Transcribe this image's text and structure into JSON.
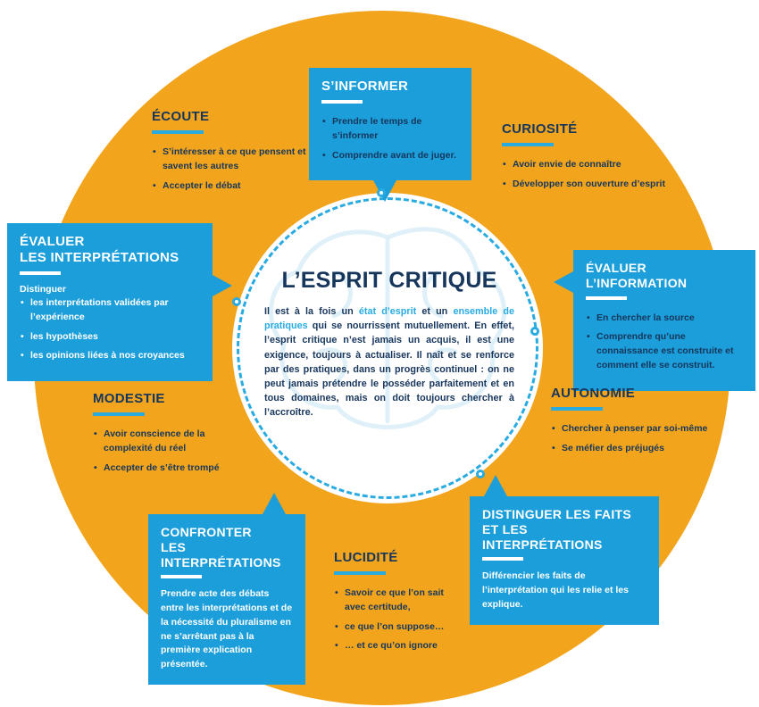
{
  "colors": {
    "orange": "#F2A51C",
    "blue": "#1B9ED9",
    "cyan": "#29ABE2",
    "navy": "#17365C"
  },
  "center": {
    "title": "L’ESPRIT CRITIQUE",
    "paragraph": {
      "p1": "Il est à la fois un ",
      "h1": "état d’esprit",
      "p2": " et un ",
      "h2": "ensemble de pratiques",
      "p3": " qui se nourrissent mutuellement. En effet, l’esprit critique n’est jamais un acquis, il est une exigence, toujours à actualiser. Il naît et se renforce par des pratiques, dans un progrès continuel : on ne peut jamais prétendre le posséder parfaitement et en tous domaines, mais on doit toujours chercher à l’accroître."
    }
  },
  "sections": {
    "sinformer": {
      "title": "S’INFORMER",
      "bullets": [
        "Prendre le temps de s’informer",
        "Comprendre avant de juger."
      ]
    },
    "ecoute": {
      "title": "ÉCOUTE",
      "bullets": [
        "S’intéresser à ce que pensent et savent les autres",
        "Accepter le débat"
      ]
    },
    "curiosite": {
      "title": "CURIOSITÉ",
      "bullets": [
        "Avoir envie de connaître",
        "Développer son ouverture d’esprit"
      ]
    },
    "evaluer_information": {
      "title": "ÉVALUER L’INFORMATION",
      "bullets": [
        "En chercher la source",
        "Comprendre qu’une connaissance est construite et comment elle se construit."
      ]
    },
    "autonomie": {
      "title": "AUTONOMIE",
      "bullets": [
        "Chercher à penser par soi-même",
        "Se méfier des préjugés"
      ]
    },
    "distinguer": {
      "title_lines": [
        "DISTINGUER LES FAITS",
        "ET LES INTERPRÉTATIONS"
      ],
      "text": "Différencier les faits de l’interprétation qui les relie et les explique."
    },
    "lucidite": {
      "title": "LUCIDITÉ",
      "bullets": [
        "Savoir ce que l’on sait avec certitude,",
        "ce que l’on suppose…",
        "… et ce qu’on ignore"
      ]
    },
    "confronter": {
      "title_lines": [
        "CONFRONTER",
        "LES INTERPRÉTATIONS"
      ],
      "text": "Prendre acte des débats entre les interprétations et de la nécessité du pluralisme en ne s’arrêtant pas à la première explication présentée."
    },
    "evaluer_interpretations": {
      "title_lines": [
        "ÉVALUER",
        "LES INTERPRÉTATIONS"
      ],
      "label": "Distinguer",
      "bullets": [
        "les interprétations validées par l’expérience",
        "les hypothèses",
        "les opinions liées à nos croyances"
      ]
    },
    "modestie": {
      "title": "MODESTIE",
      "bullets": [
        "Avoir conscience de la complexité du réel",
        "Accepter de s’être trompé"
      ]
    }
  }
}
